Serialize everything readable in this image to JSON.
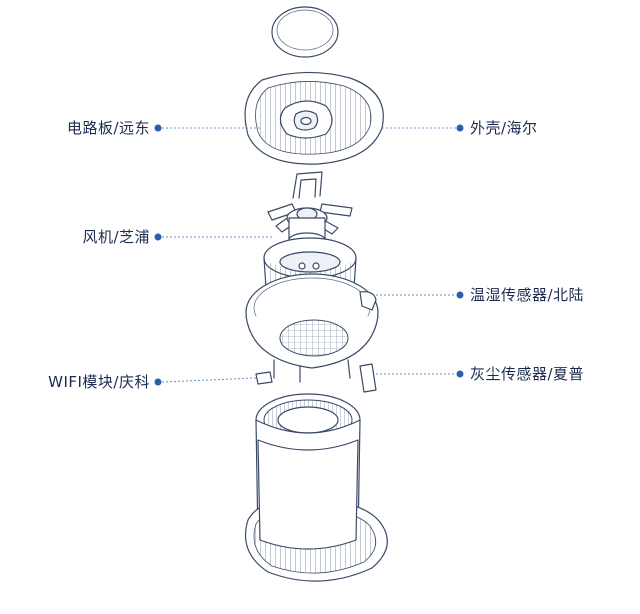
{
  "callouts": {
    "circuit_board": "电路板/远东",
    "fan": "风机/芝浦",
    "wifi_module": "WIFI模块/庆科",
    "shell": "外壳/海尔",
    "temp_humidity_sensor": "温湿传感器/北陆",
    "dust_sensor": "灰尘传感器/夏普"
  },
  "colors": {
    "text": "#1d2b4f",
    "dot": "#2b5fad",
    "leader": "#6f93c9",
    "ink": "#3a4a66"
  }
}
